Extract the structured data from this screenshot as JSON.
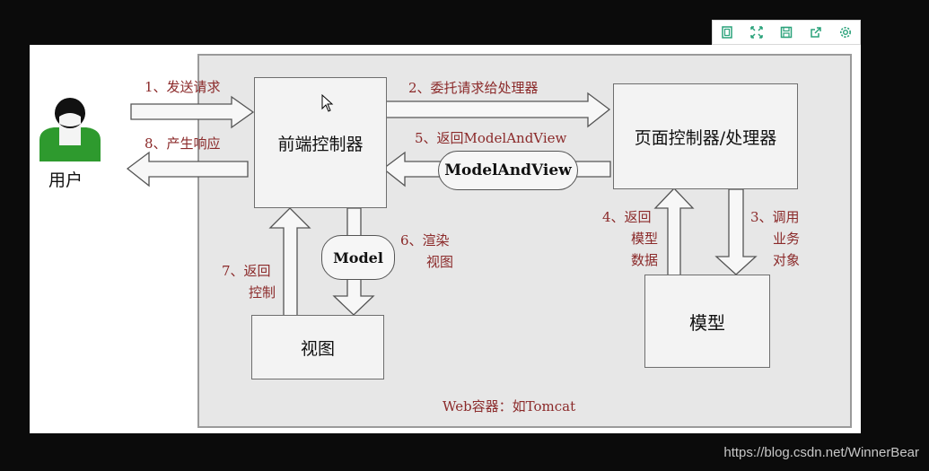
{
  "toolbar": {
    "icons": [
      "fit-page-icon",
      "fullscreen-icon",
      "save-icon",
      "share-icon",
      "settings-icon"
    ]
  },
  "diagram": {
    "user_label": "用户",
    "front_controller": "前端控制器",
    "page_controller": "页面控制器/处理器",
    "model_box": "模型",
    "view_box": "视图",
    "container_label": "Web容器：如Tomcat",
    "pill_mav": "ModelAndView",
    "pill_model": "Model",
    "steps": {
      "s1": "1、发送请求",
      "s2": "2、委托请求给处理器",
      "s3a": "3、调用",
      "s3b": "业务",
      "s3c": "对象",
      "s4a": "4、返回",
      "s4b": "模型",
      "s4c": "数据",
      "s5": "5、返回ModelAndView",
      "s6a": "6、渲染",
      "s6b": "视图",
      "s7a": "7、返回",
      "s7b": "控制",
      "s8": "8、产生响应"
    }
  },
  "watermark": "https://blog.csdn.net/WinnerBear",
  "colors": {
    "step_text": "#8b2a2a",
    "user_green": "#2e9a2e",
    "background": "#0b0b0b"
  }
}
